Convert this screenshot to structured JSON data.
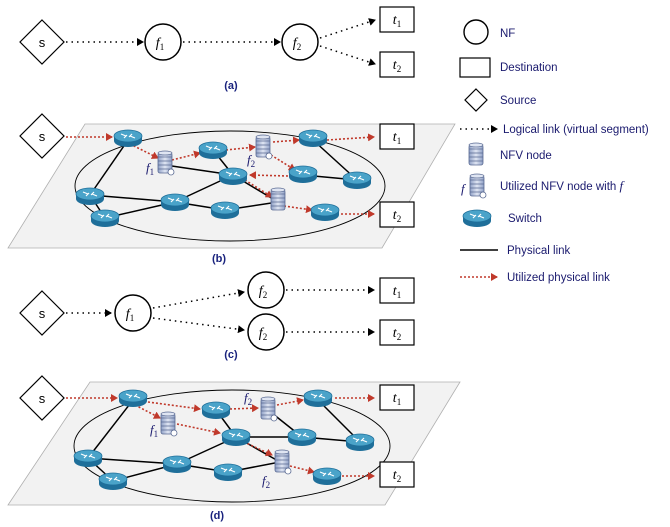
{
  "colors": {
    "logical": "#000000",
    "physical": "#000000",
    "utilized": "#c0392b",
    "switch": "#1f6f9a",
    "switch_top": "#4aa3c9",
    "plane_fill": "#f2f2f2",
    "plane_stroke": "#b0b0b0",
    "text_blue": "#1a1a6e",
    "caption": "#1a237e",
    "node_fill": "#c9d3e8"
  },
  "panels": {
    "a": {
      "caption": "(a)",
      "source": "s",
      "f1": "f",
      "f1_sub": "1",
      "f2": "f",
      "f2_sub": "2",
      "t1": "t",
      "t1_sub": "1",
      "t2": "t",
      "t2_sub": "2"
    },
    "b": {
      "caption": "(b)",
      "source": "s",
      "f1": "f",
      "f1_sub": "1",
      "f2": "f",
      "f2_sub": "2",
      "t1": "t",
      "t1_sub": "1",
      "t2": "t",
      "t2_sub": "2"
    },
    "c": {
      "caption": "(c)",
      "source": "s",
      "f1": "f",
      "f1_sub": "1",
      "f2a": "f",
      "f2a_sub": "2",
      "f2b": "f",
      "f2b_sub": "2",
      "t1": "t",
      "t1_sub": "1",
      "t2": "t",
      "t2_sub": "2"
    },
    "d": {
      "caption": "(d)",
      "source": "s",
      "f1": "f",
      "f1_sub": "1",
      "f2a": "f",
      "f2a_sub": "2",
      "f2b": "f",
      "f2b_sub": "2",
      "t1": "t",
      "t1_sub": "1",
      "t2": "t",
      "t2_sub": "2"
    }
  },
  "legend": {
    "nf": "NF",
    "destination": "Destination",
    "source": "Source",
    "logical_link": "Logical link (virtual segment)",
    "nfv_node": "NFV node",
    "utilized_nfv": "Utilized NFV node with",
    "utilized_nfv_f": "f",
    "switch": "Switch",
    "physical_link": "Physical link",
    "utilized_link": "Utilized physical link"
  }
}
